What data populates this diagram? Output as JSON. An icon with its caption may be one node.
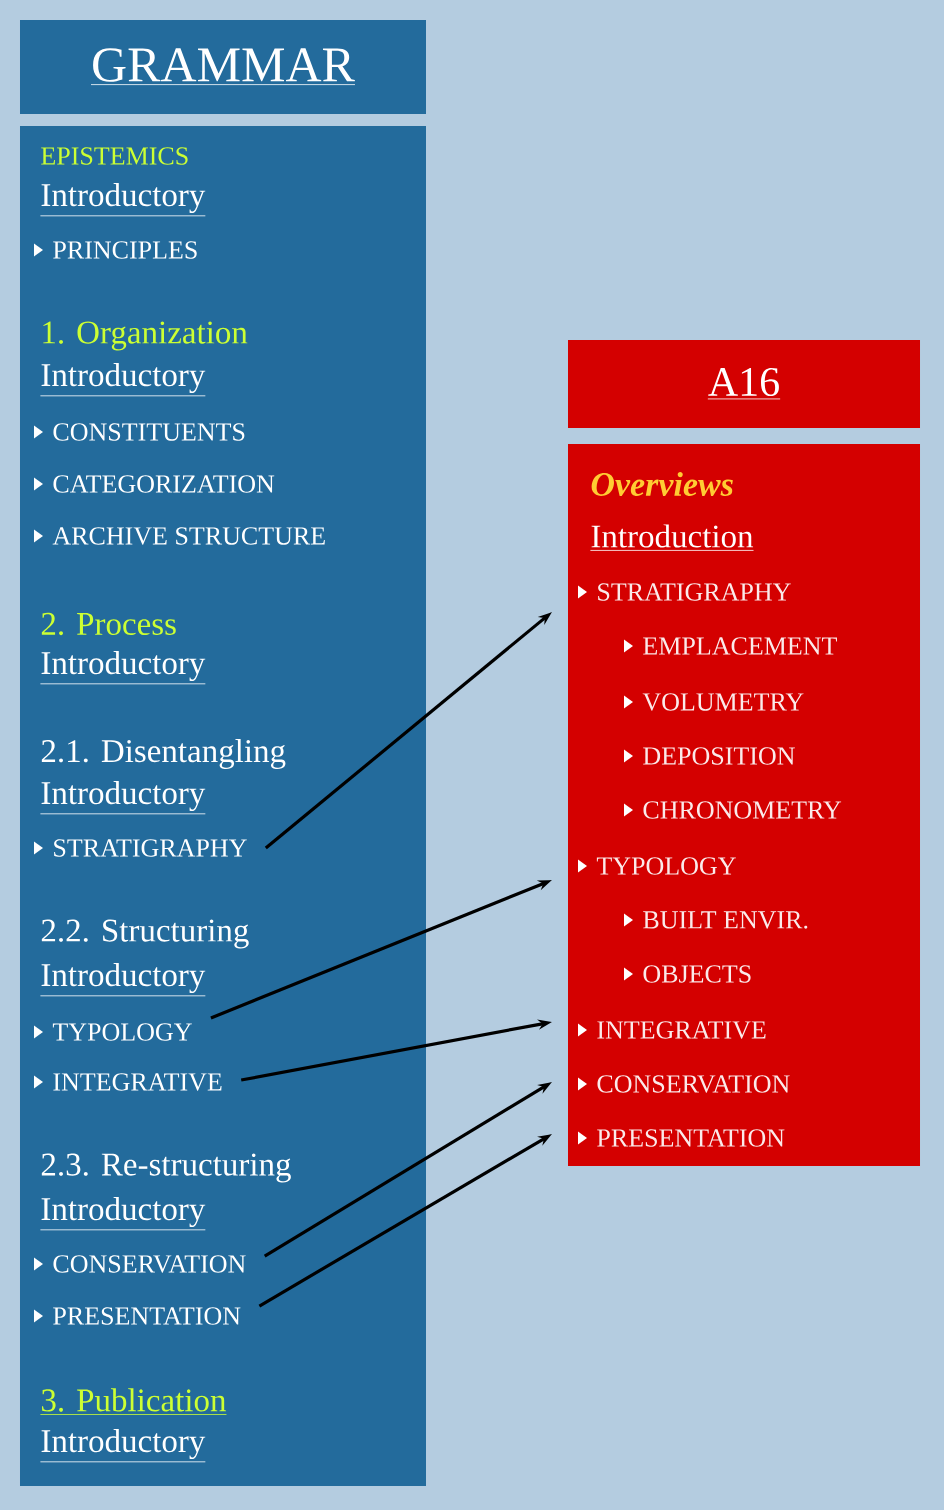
{
  "diagram": {
    "nodes": [
      {
        "text": [
          "GRAMMAR"
        ]
      },
      {
        "text": [
          "EPISTEMICS",
          "Introductory",
          "PRINCIPLES",
          "1. Organization",
          "Introductory",
          "CONSTITUENTS",
          "CATEGORIZATION",
          "ARCHIVE STRUCTURE",
          "2. Process",
          "Introductory",
          "2.1. Disentangling",
          "Introductory",
          "2.2. Structuring",
          "Introductory",
          "2.3. Re-structuring",
          "Introductory",
          "3. Publication",
          "Introductory"
        ]
      },
      {
        "text": [
          "STRATIGRAPHY"
        ],
        "in": 1
      },
      {
        "text": [
          "TYPOLOGY"
        ],
        "in": 1
      },
      {
        "text": [
          "INTEGRATIVE"
        ],
        "in": 1
      },
      {
        "text": [
          "CONSERVATION"
        ],
        "in": 1
      },
      {
        "text": [
          "PRESENTATION"
        ],
        "in": 1
      },
      {
        "text": [
          "A16"
        ]
      },
      {
        "text": [
          "Overviews",
          "Introduction",
          "EMPLACEMENT",
          "VOLUMETRY",
          "DEPOSITION",
          "CHRONOMETRY",
          "BUILT ENVIR.",
          "OBJECTS"
        ]
      },
      {
        "text": [
          "STRATIGRAPHY"
        ],
        "in": 8
      },
      {
        "text": [
          "TYPOLOGY"
        ],
        "in": 8
      },
      {
        "text": [
          "INTEGRATIVE"
        ],
        "in": 8
      },
      {
        "text": [
          "CONSERVATION"
        ],
        "in": 8
      },
      {
        "text": [
          "PRESENTATION"
        ],
        "in": 8
      }
    ],
    "edges": [
      {
        "from": 2,
        "to": 9,
        "arrow": "to"
      },
      {
        "from": 3,
        "to": 10,
        "arrow": "to"
      },
      {
        "from": 4,
        "to": 11,
        "arrow": "to"
      },
      {
        "from": 5,
        "to": 12,
        "arrow": "to"
      },
      {
        "from": 6,
        "to": 13,
        "arrow": "to"
      }
    ]
  }
}
